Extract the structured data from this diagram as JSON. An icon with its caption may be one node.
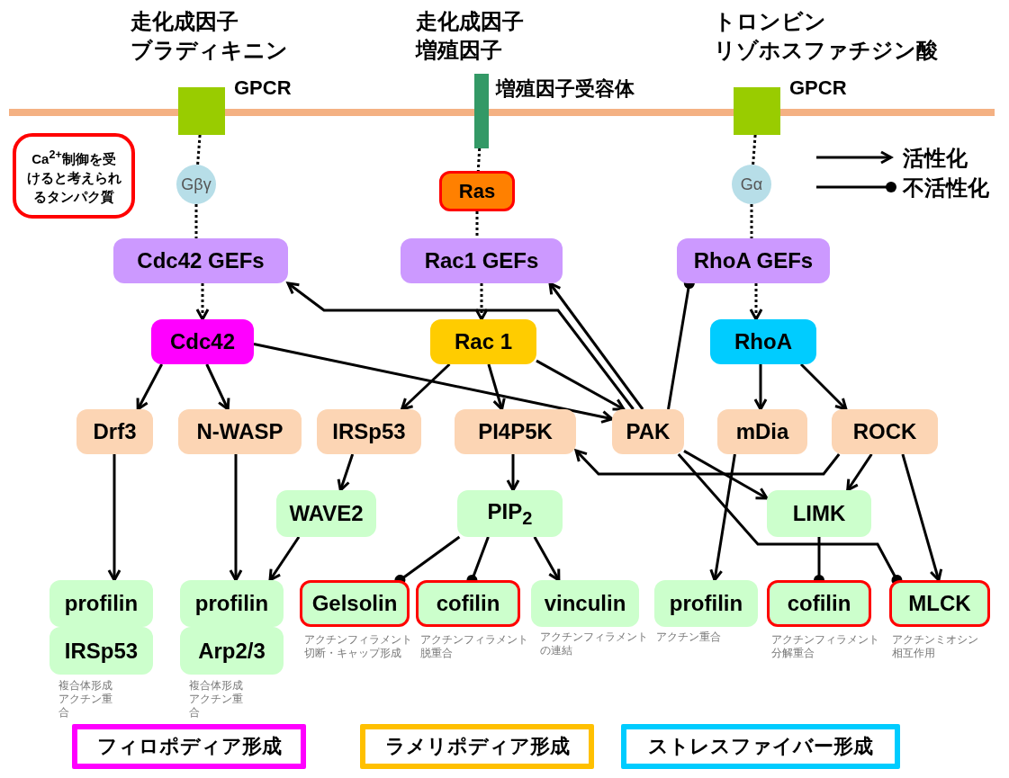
{
  "diagram": {
    "nodes": [
      {
        "text": [],
        "shape": "box",
        "beside": [
          "GPCR"
        ]
      },
      {
        "text": [],
        "shape": "bar",
        "beside": [
          "増殖因子受容体"
        ]
      },
      {
        "text": [],
        "shape": "box",
        "beside": [
          "GPCR"
        ]
      },
      {
        "text": [
          "Ca$^{2+}$制御を受けると考えられるタンパク質"
        ]
      },
      {
        "text": [
          "Gβγ"
        ]
      },
      {
        "text": [
          "Ras"
        ]
      },
      {
        "text": [
          "Gα"
        ]
      },
      {
        "text": [
          "Cdc42 GEFs"
        ]
      },
      {
        "text": [
          "Rac1 GEFs"
        ]
      },
      {
        "text": [
          "RhoA GEFs"
        ]
      },
      {
        "text": [
          "Cdc42"
        ]
      },
      {
        "text": [
          "Rac 1"
        ]
      },
      {
        "text": [
          "RhoA"
        ]
      },
      {
        "text": [
          "Drf3"
        ]
      },
      {
        "text": [
          "N-WASP"
        ]
      },
      {
        "text": [
          "IRSp53"
        ]
      },
      {
        "text": [
          "PI4P5K"
        ]
      },
      {
        "text": [
          "PAK"
        ]
      },
      {
        "text": [
          "mDia"
        ]
      },
      {
        "text": [
          "ROCK"
        ]
      },
      {
        "text": [
          "WAVE2"
        ]
      },
      {
        "text": [
          "PIP$_{2}$"
        ]
      },
      {
        "text": [
          "LIMK"
        ]
      },
      {
        "text": [
          "profilin"
        ]
      },
      {
        "text": [
          "IRSp53"
        ],
        "beside": [
          "複合体形成アクチン重合"
        ]
      },
      {
        "text": [
          "profilin"
        ]
      },
      {
        "text": [
          "Arp2/3"
        ],
        "beside": [
          "複合体形成アクチン重合"
        ]
      },
      {
        "text": [
          "Gelsolin"
        ],
        "beside": [
          "アクチンフィラメント切断・キャップ形成"
        ]
      },
      {
        "text": [
          "cofilin"
        ],
        "beside": [
          "アクチンフィラメント脱重合"
        ]
      },
      {
        "text": [
          "vinculin"
        ],
        "beside": [
          "アクチンフィラメントの連結"
        ]
      },
      {
        "text": [
          "profilin"
        ],
        "beside": [
          "アクチン重合"
        ]
      },
      {
        "text": [
          "cofilin"
        ],
        "beside": [
          "アクチンフィラメント分解重合"
        ]
      },
      {
        "text": [
          "MLCK"
        ],
        "beside": [
          "アクチンミオシン相互作用"
        ]
      },
      {
        "text": [
          "フィロポディア形成"
        ]
      },
      {
        "text": [
          "ラメリポディア形成"
        ]
      },
      {
        "text": [
          "ストレスファイバー形成"
        ]
      }
    ],
    "edges": [
      {
        "from": 0,
        "to": 4,
        "arrow": "none",
        "style": "dashed"
      },
      {
        "from": 4,
        "to": 7,
        "arrow": "none",
        "style": "dashed"
      },
      {
        "from": 1,
        "to": 5,
        "arrow": "none",
        "style": "dashed"
      },
      {
        "from": 5,
        "to": 8,
        "arrow": "none",
        "style": "dashed"
      },
      {
        "from": 2,
        "to": 6,
        "arrow": "none",
        "style": "dashed"
      },
      {
        "from": 6,
        "to": 9,
        "arrow": "none",
        "style": "dashed"
      },
      {
        "from": 7,
        "to": 10,
        "arrow": "to",
        "style": "dashed"
      },
      {
        "from": 8,
        "to": 11,
        "arrow": "to",
        "style": "dashed"
      },
      {
        "from": 9,
        "to": 12,
        "arrow": "to",
        "style": "dashed"
      },
      {
        "from": 10,
        "to": 13,
        "arrow": "to"
      },
      {
        "from": 10,
        "to": 14,
        "arrow": "to"
      },
      {
        "from": 10,
        "to": 17,
        "arrow": "to"
      },
      {
        "from": 11,
        "to": 15,
        "arrow": "to"
      },
      {
        "from": 11,
        "to": 16,
        "arrow": "to"
      },
      {
        "from": 11,
        "to": 17,
        "arrow": "to"
      },
      {
        "from": 17,
        "to": 7,
        "arrow": "to"
      },
      {
        "from": 17,
        "to": 8,
        "arrow": "to"
      },
      {
        "from": 17,
        "to": 9,
        "arrow": "other"
      },
      {
        "from": 12,
        "to": 18,
        "arrow": "to"
      },
      {
        "from": 12,
        "to": 19,
        "arrow": "to"
      },
      {
        "from": 13,
        "to": 23,
        "arrow": "to"
      },
      {
        "from": 14,
        "to": 25,
        "arrow": "to"
      },
      {
        "from": 15,
        "to": 20,
        "arrow": "to"
      },
      {
        "from": 20,
        "to": 25,
        "arrow": "to"
      },
      {
        "from": 16,
        "to": 21,
        "arrow": "to"
      },
      {
        "from": 21,
        "to": 27,
        "arrow": "other"
      },
      {
        "from": 21,
        "to": 28,
        "arrow": "other"
      },
      {
        "from": 21,
        "to": 29,
        "arrow": "to"
      },
      {
        "from": 19,
        "to": 16,
        "arrow": "to"
      },
      {
        "from": 17,
        "to": 22,
        "arrow": "to"
      },
      {
        "from": 19,
        "to": 22,
        "arrow": "to"
      },
      {
        "from": 18,
        "to": 30,
        "arrow": "to"
      },
      {
        "from": 22,
        "to": 31,
        "arrow": "other"
      },
      {
        "from": 17,
        "to": 32,
        "arrow": "other"
      },
      {
        "from": 19,
        "to": 32,
        "arrow": "to"
      }
    ],
    "labels": [
      "走化成因子",
      "ブラディキニン",
      "走化成因子",
      "増殖因子",
      "トロンビン",
      "リゾホスファチジン酸"
    ],
    "legend": [
      {
        "text": "活性化"
      },
      {
        "text": "不活性化"
      }
    ]
  }
}
